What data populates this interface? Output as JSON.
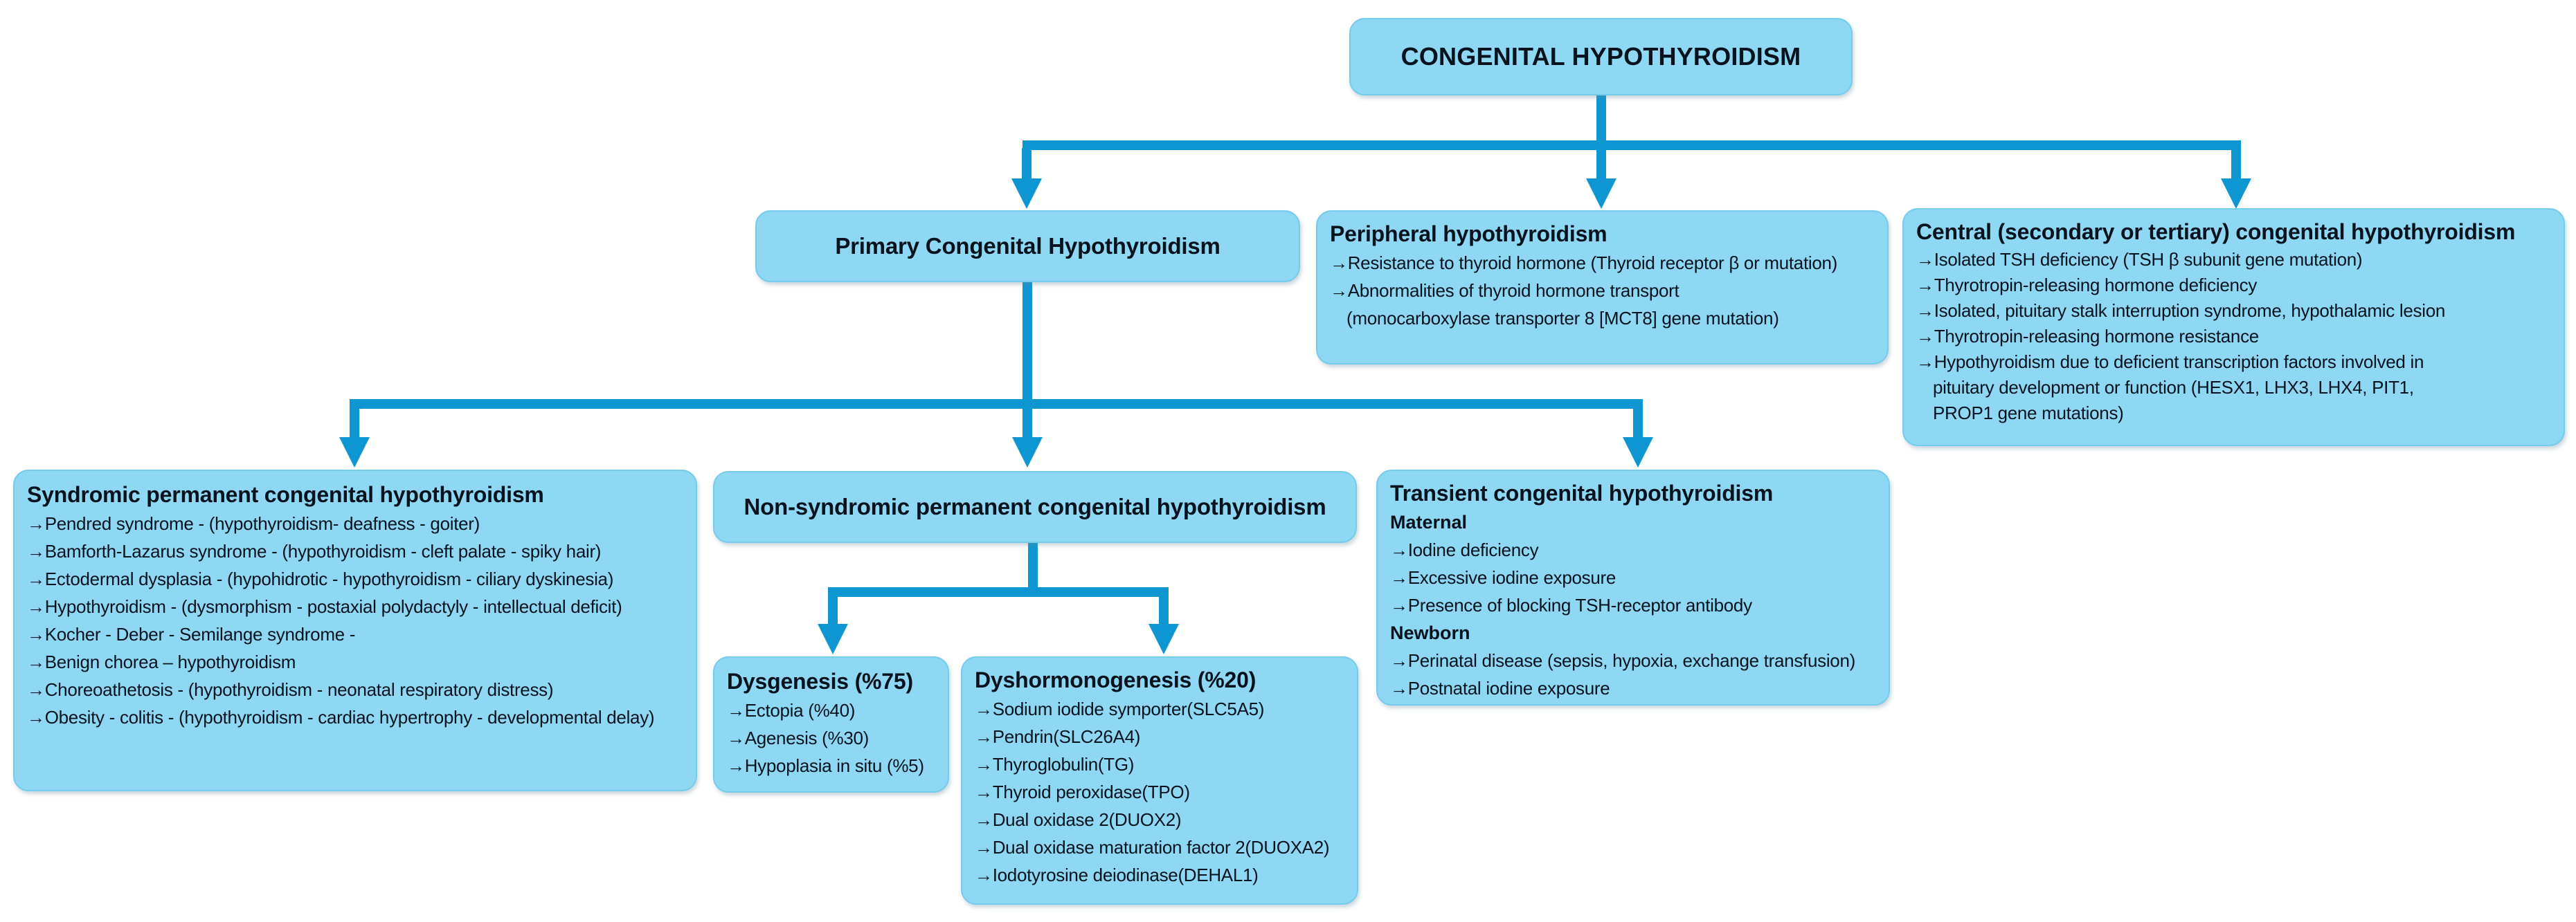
{
  "diagram": {
    "colors": {
      "box_fill": "#8ed8f3",
      "box_border": "#74cbec",
      "connector_blue": "#0e96d2",
      "text": "#08131d",
      "background": "#ffffff"
    },
    "nodes": {
      "root": {
        "title": "CONGENITAL HYPOTHYROIDISM"
      },
      "primary": {
        "title": "Primary Congenital Hypothyroidism"
      },
      "peripheral": {
        "title": "Peripheral hypothyroidism",
        "items": [
          "→Resistance to thyroid hormone (Thyroid receptor β or  mutation)",
          "→Abnormalities of thyroid hormone transport",
          "(monocarboxylase transporter 8 [MCT8] gene mutation)"
        ]
      },
      "central": {
        "title": "Central (secondary or tertiary) congenital hypothyroidism",
        "items": [
          "→Isolated TSH deficiency (TSH β subunit gene mutation)",
          "→Thyrotropin-releasing hormone deficiency",
          "→Isolated, pituitary stalk interruption syndrome, hypothalamic lesion",
          "→Thyrotropin-releasing hormone resistance",
          "→Hypothyroidism due to deficient transcription factors involved in",
          "pituitary development or function (HESX1, LHX3, LHX4, PIT1,",
          "PROP1 gene mutations)"
        ]
      },
      "syndromic": {
        "title": "Syndromic permanent congenital hypothyroidism",
        "items": [
          "→Pendred syndrome - (hypothyroidism- deafness - goiter)",
          "→Bamforth-Lazarus syndrome - (hypothyroidism - cleft palate - spiky hair)",
          "→Ectodermal dysplasia - (hypohidrotic - hypothyroidism - ciliary dyskinesia)",
          "→Hypothyroidism - (dysmorphism - postaxial polydactyly - intellectual deficit)",
          "→Kocher - Deber - Semilange syndrome -",
          "→Benign chorea – hypothyroidism",
          "→Choreoathetosis - (hypothyroidism - neonatal respiratory distress)",
          "→Obesity - colitis - (hypothyroidism - cardiac hypertrophy - developmental delay)"
        ]
      },
      "non_syndromic": {
        "title": "Non-syndromic permanent congenital hypothyroidism"
      },
      "transient": {
        "title": "Transient congenital hypothyroidism",
        "maternal_label": "Maternal",
        "maternal_items": [
          "→Iodine deficiency",
          "→Excessive iodine exposure",
          "→Presence of blocking TSH-receptor antibody"
        ],
        "newborn_label": "Newborn",
        "newborn_items": [
          "→Perinatal disease (sepsis, hypoxia, exchange transfusion)",
          "→Postnatal iodine exposure"
        ]
      },
      "dysgenesis": {
        "title": "Dysgenesis (%75)",
        "items": [
          "→Ectopia (%40)",
          "→Agenesis (%30)",
          "→Hypoplasia in situ (%5)"
        ]
      },
      "dyshormonogenesis": {
        "title": "Dyshormonogenesis (%20)",
        "items": [
          "→Sodium iodide symporter(SLC5A5)",
          "→Pendrin(SLC26A4)",
          "→Thyroglobulin(TG)",
          "→Thyroid peroxidase(TPO)",
          "→Dual oxidase 2(DUOX2)",
          "→Dual oxidase maturation factor 2(DUOXA2)",
          "→Iodotyrosine deiodinase(DEHAL1)"
        ]
      }
    }
  }
}
